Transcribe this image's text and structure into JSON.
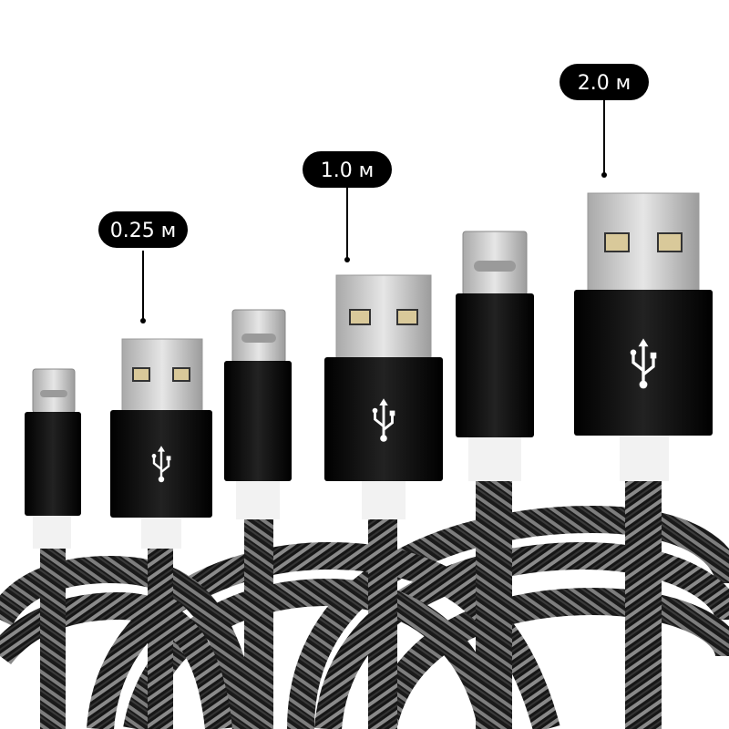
{
  "labels": [
    {
      "text": "0.25 м"
    },
    {
      "text": "1.0 м"
    },
    {
      "text": "2.0 м"
    }
  ],
  "colors": {
    "background": "#ffffff",
    "label_fill": "#000000",
    "label_text": "#ffffff",
    "housing": "#0b0b0b",
    "metal": "#cfcfcf",
    "strain_relief": "#f2f2f2",
    "braid_dark": "#1a1a1a",
    "braid_light": "#8a8a8a"
  },
  "icons": {
    "usb_symbol": "usb-icon",
    "charging_contact": "contact-pad-icon"
  }
}
